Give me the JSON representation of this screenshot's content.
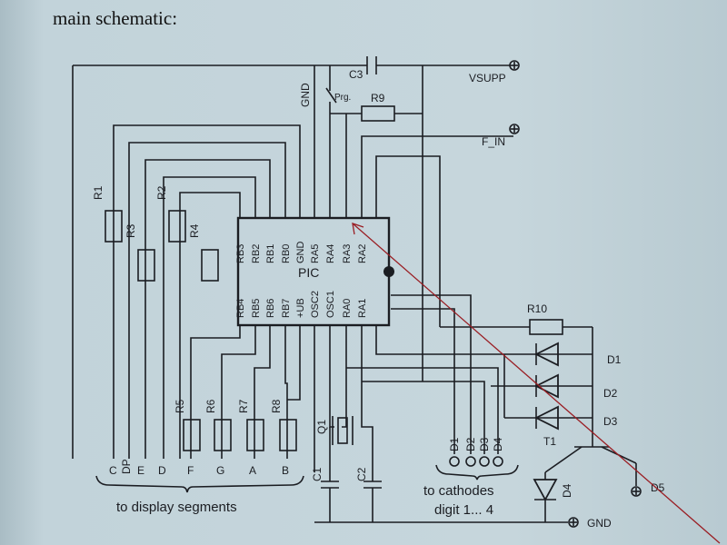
{
  "title": "main schematic:",
  "chip": {
    "name": "PIC",
    "top_pins": [
      "RB3",
      "RB2",
      "RB1",
      "RB0",
      "GND",
      "RA5",
      "RA4",
      "RA3",
      "RA2"
    ],
    "bottom_pins": [
      "RB4",
      "RB5",
      "RB6",
      "RB7",
      "+UB",
      "OSC2",
      "OSC1",
      "RA0",
      "RA1"
    ]
  },
  "components": {
    "c3": "C3",
    "r9": "R9",
    "prg": "Prg.",
    "gnd_label": "GND",
    "r1": "R1",
    "r2": "R2",
    "r3": "R3",
    "r4": "R4",
    "r5": "R5",
    "r6": "R6",
    "r7": "R7",
    "r8": "R8",
    "q1": "Q1",
    "c1": "C1",
    "c2": "C2",
    "r10": "R10",
    "d1": "D1",
    "d2": "D2",
    "d3": "D3",
    "d4": "D4",
    "d5": "D5",
    "t1": "T1"
  },
  "terminals": {
    "vsupp": "VSUPP",
    "f_in": "F_IN",
    "gnd": "GND"
  },
  "segments": [
    "C",
    "DP",
    "E",
    "D",
    "F",
    "G",
    "A",
    "B"
  ],
  "cathode_pins": [
    "D1",
    "D2",
    "D3",
    "D4"
  ],
  "captions": {
    "segments": "to display segments",
    "cathodes_1": "to cathodes",
    "cathodes_2": "digit 1... 4"
  },
  "colors": {
    "paper": "#c6d6dc",
    "ink": "#1b1d22",
    "pointer": "#9a1e24"
  }
}
